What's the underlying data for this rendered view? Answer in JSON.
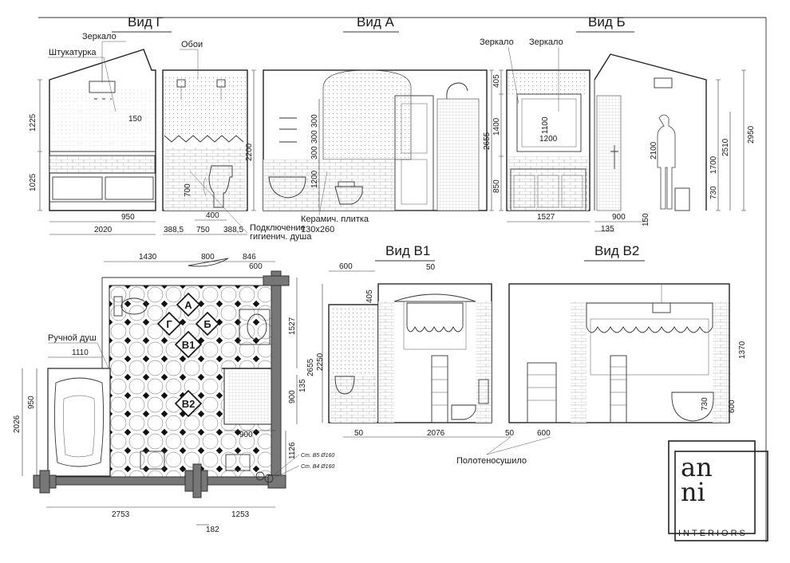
{
  "views": {
    "g": "Вид Г",
    "a": "Вид А",
    "b": "Вид Б",
    "v1": "Вид В1",
    "v2": "Вид В2"
  },
  "labels": {
    "mirror": "Зеркало",
    "plaster": "Штукатурка",
    "wallpaper": "Обои",
    "shower_conn_1": "Подключение",
    "shower_conn_2": "гигиенич. душа",
    "tile_1": "Керамич. плитка",
    "tile_2": "130х260",
    "hand_shower": "Ручной душ",
    "towel_dryer": "Полотеносушило",
    "riser_1": "Ст. В5 Ø160",
    "riser_2": "Ст. В4 Ø160"
  },
  "markers": {
    "a": "А",
    "g": "Г",
    "b": "Б",
    "v1": "В1",
    "v2": "В2"
  },
  "dims": {
    "g_1225": "1225",
    "g_1025": "1025",
    "g_150": "150",
    "g_950": "950",
    "g_2020": "2020",
    "g_388a": "388,5",
    "g_750": "750",
    "g_388b": "388,5",
    "g_400": "400",
    "g_700": "700",
    "g_2200": "2200",
    "a_300a": "300",
    "a_300b": "300",
    "a_300c": "300",
    "a_1200": "1200",
    "a_2655": "2655",
    "b_405": "405",
    "b_1400": "1400",
    "b_850": "850",
    "b_1100": "1100",
    "b_1200": "1200",
    "b_1527": "1527",
    "b_900": "900",
    "b_150": "150",
    "b_135": "135",
    "b_2100": "2100",
    "b_2510": "2510",
    "b_2950": "2950",
    "b_1700": "1700",
    "b_730": "730",
    "p_1430": "1430",
    "p_800": "800",
    "p_846": "846",
    "p_600": "600",
    "p_1110": "1110",
    "p_950": "950",
    "p_2026": "2026",
    "p_1527": "1527",
    "p_135": "135",
    "p_900a": "900",
    "p_900b": "900",
    "p_1126": "1126",
    "p_2753": "2753",
    "p_1253": "1253",
    "p_182": "182",
    "v1_600": "600",
    "v1_50top": "50",
    "v1_405": "405",
    "v1_2655": "2655",
    "v1_2250": "2250",
    "v1_50a": "50",
    "v1_2076": "2076",
    "v1_50b": "50",
    "v1_600b": "600",
    "v2_1370": "1370",
    "v2_730": "730",
    "v2_600": "600"
  },
  "logo": {
    "line1": "an",
    "line2": "ni",
    "sub": "INTERIORS"
  }
}
